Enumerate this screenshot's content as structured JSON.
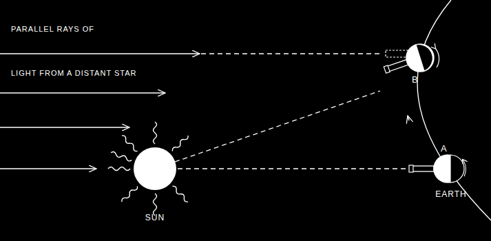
{
  "diagram": {
    "labels": [
      "PARALLEL RAYS OF",
      "LIGHT FROM A DISTANT STAR",
      "SUN",
      "B",
      "A",
      "EARTH"
    ]
  }
}
